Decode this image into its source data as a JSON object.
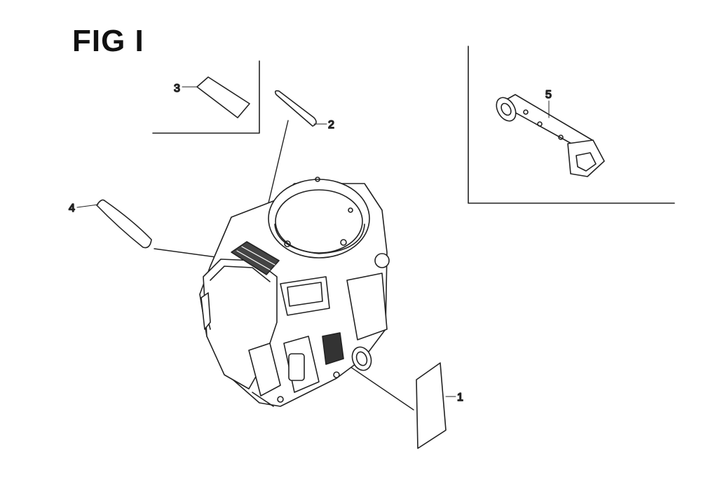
{
  "figure": {
    "title": "FIG I",
    "part_numbers": [
      "1",
      "2",
      "3",
      "4",
      "5"
    ]
  },
  "colors": {
    "ink": "#222222",
    "background": "#ffffff"
  }
}
